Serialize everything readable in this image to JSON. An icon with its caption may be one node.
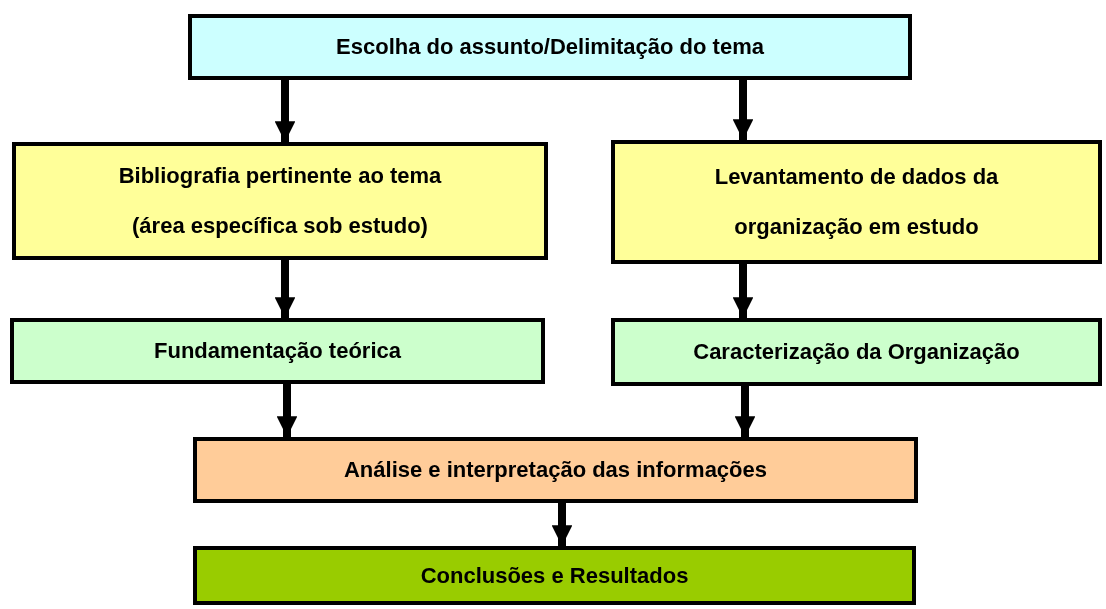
{
  "diagram": {
    "nodes": [
      {
        "text": [
          "Escolha do assunto/Delimitação do tema"
        ]
      },
      {
        "text": [
          "Bibliografia pertinente ao tema (área específica sob estudo)"
        ]
      },
      {
        "text": [
          "Levantamento de dados da organização em estudo"
        ]
      },
      {
        "text": [
          "Fundamentação teórica"
        ]
      },
      {
        "text": [
          "Caracterização da Organização"
        ]
      },
      {
        "text": [
          "Análise e interpretação das informações"
        ]
      },
      {
        "text": [
          "Conclusões e Resultados"
        ]
      }
    ],
    "edges": [
      {
        "from": 0,
        "to": 1,
        "arrow": "to"
      },
      {
        "from": 0,
        "to": 2,
        "arrow": "to"
      },
      {
        "from": 1,
        "to": 3,
        "arrow": "to"
      },
      {
        "from": 2,
        "to": 4,
        "arrow": "to"
      },
      {
        "from": 3,
        "to": 5,
        "arrow": "to"
      },
      {
        "from": 4,
        "to": 5,
        "arrow": "to"
      },
      {
        "from": 5,
        "to": 6,
        "arrow": "to"
      }
    ]
  }
}
